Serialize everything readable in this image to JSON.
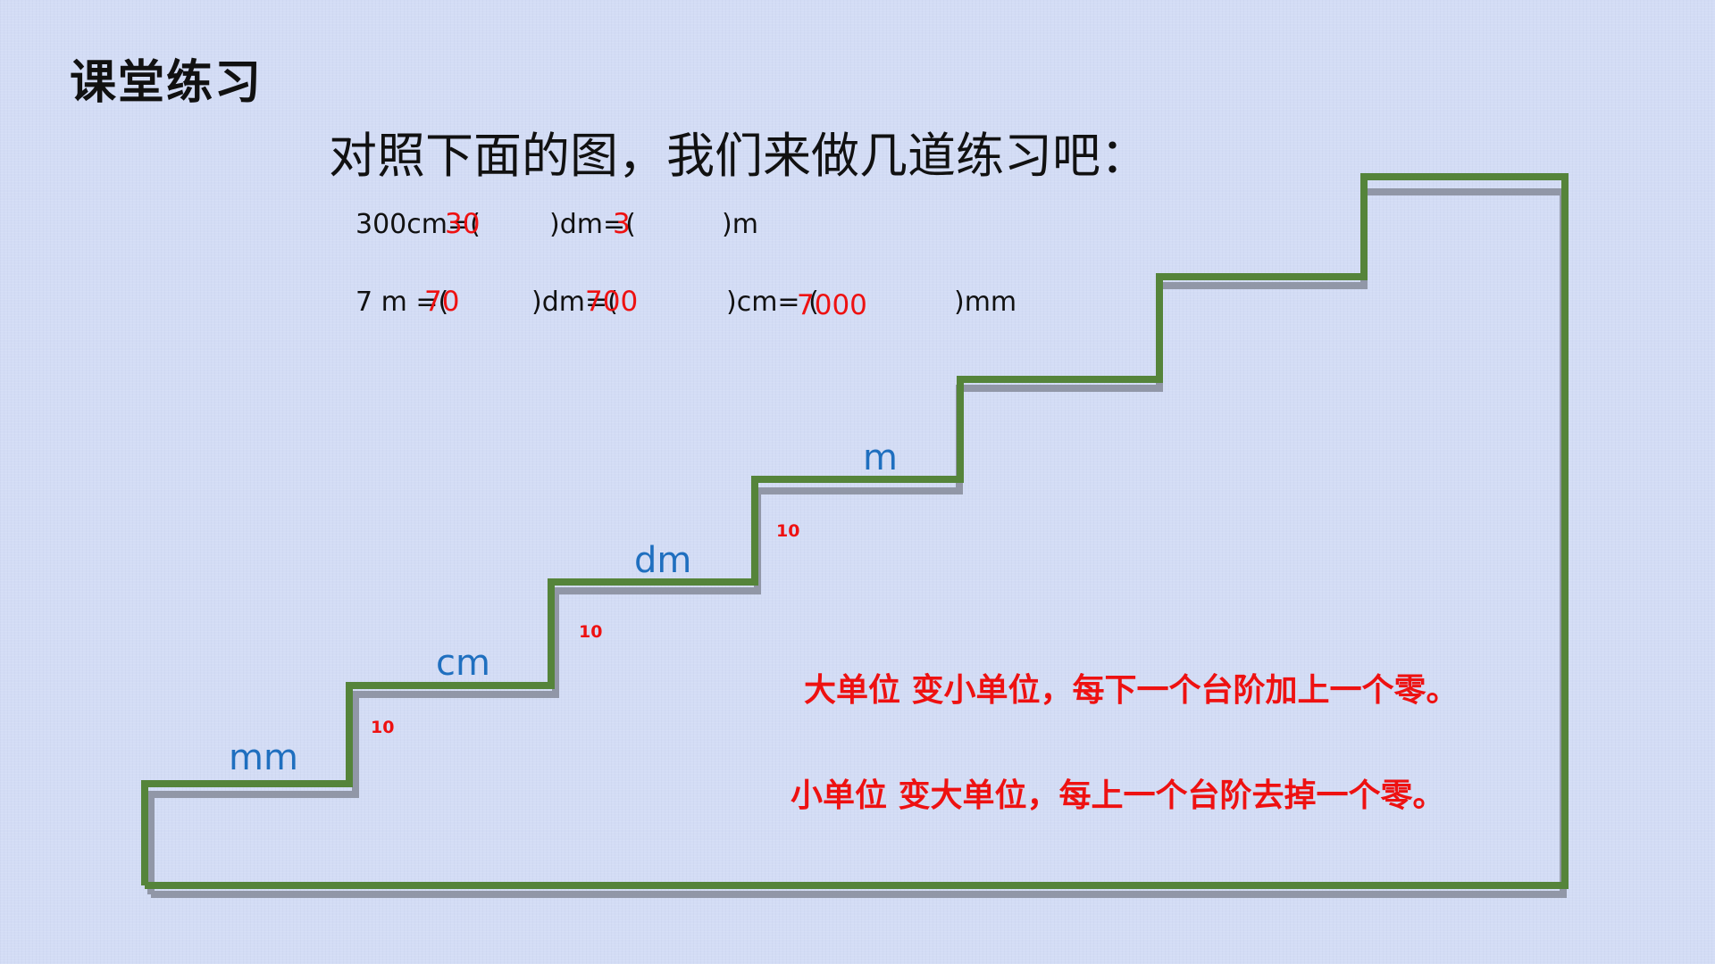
{
  "title": "课堂练习",
  "subtitle": "对照下面的图，我们来做几道练习吧：",
  "colors": {
    "background": "#d3dcf5",
    "stair_line": "#55843a",
    "stair_shadow": "#8a8f9e",
    "answer": "#ee1111",
    "unit_label": "#1f6fbf",
    "text": "#111111"
  },
  "exercise_1": {
    "q1": "300cm=(",
    "q2": ")dm=(",
    "q3": ")m",
    "a1": "30",
    "a2": "3"
  },
  "exercise_2": {
    "q1": "7 m =(",
    "q2": ")dm=(",
    "q3": ")cm= (",
    "q4": ")mm",
    "a1": "70",
    "a2": "700",
    "a3": "7000"
  },
  "stairs": {
    "units": [
      "mm",
      "cm",
      "dm",
      "m"
    ],
    "step_factors": [
      "10",
      "10",
      "10"
    ]
  },
  "rules": {
    "big_to_small": "大单位 变小单位，每下一个台阶加上一个零。",
    "small_to_big": "小单位 变大单位，每上一个台阶去掉一个零。"
  }
}
